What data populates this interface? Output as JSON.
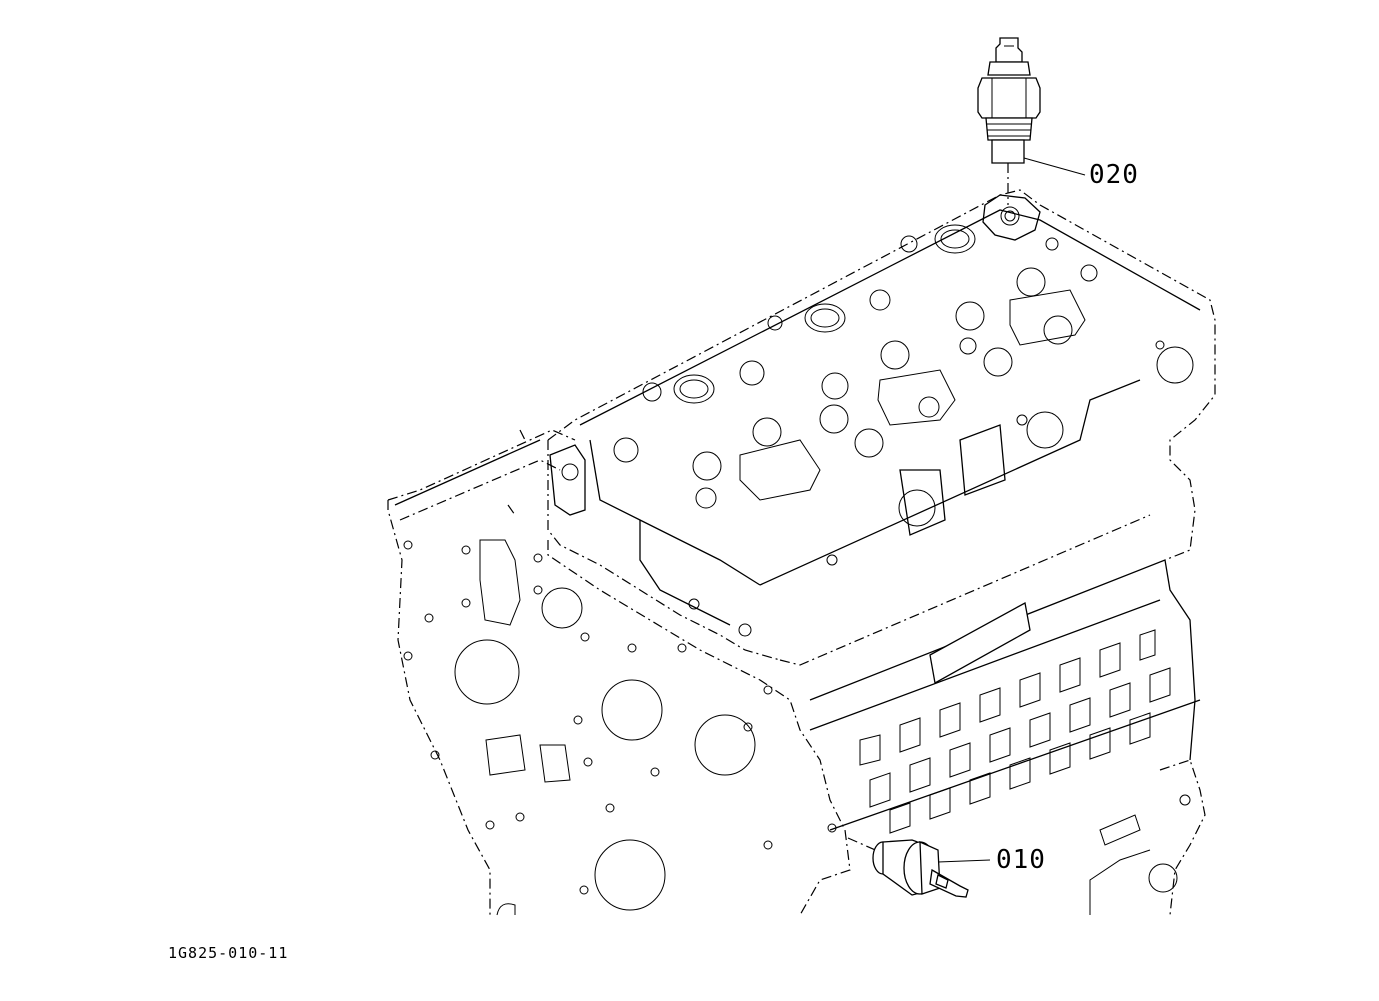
{
  "diagram": {
    "callouts": [
      {
        "id": "020",
        "label": "020"
      },
      {
        "id": "010",
        "label": "010"
      }
    ],
    "document_code": "1G825-010-11"
  }
}
